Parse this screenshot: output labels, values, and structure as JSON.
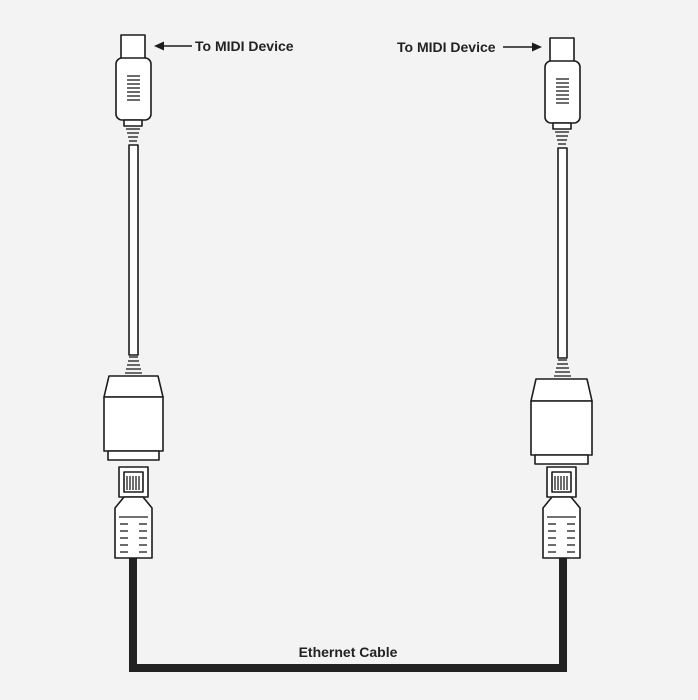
{
  "labels": {
    "left_device": "To MIDI Device",
    "right_device": "To MIDI Device",
    "cable": "Ethernet Cable"
  },
  "colors": {
    "background": "#f3f3f3",
    "outline": "#1c1c1c",
    "cable": "#222222"
  },
  "icons": {
    "midi_plug": "din-connector-icon",
    "adapter": "midi-to-rj45-adapter-icon",
    "rj45_plug": "rj45-plug-icon",
    "arrow": "arrow-icon"
  }
}
